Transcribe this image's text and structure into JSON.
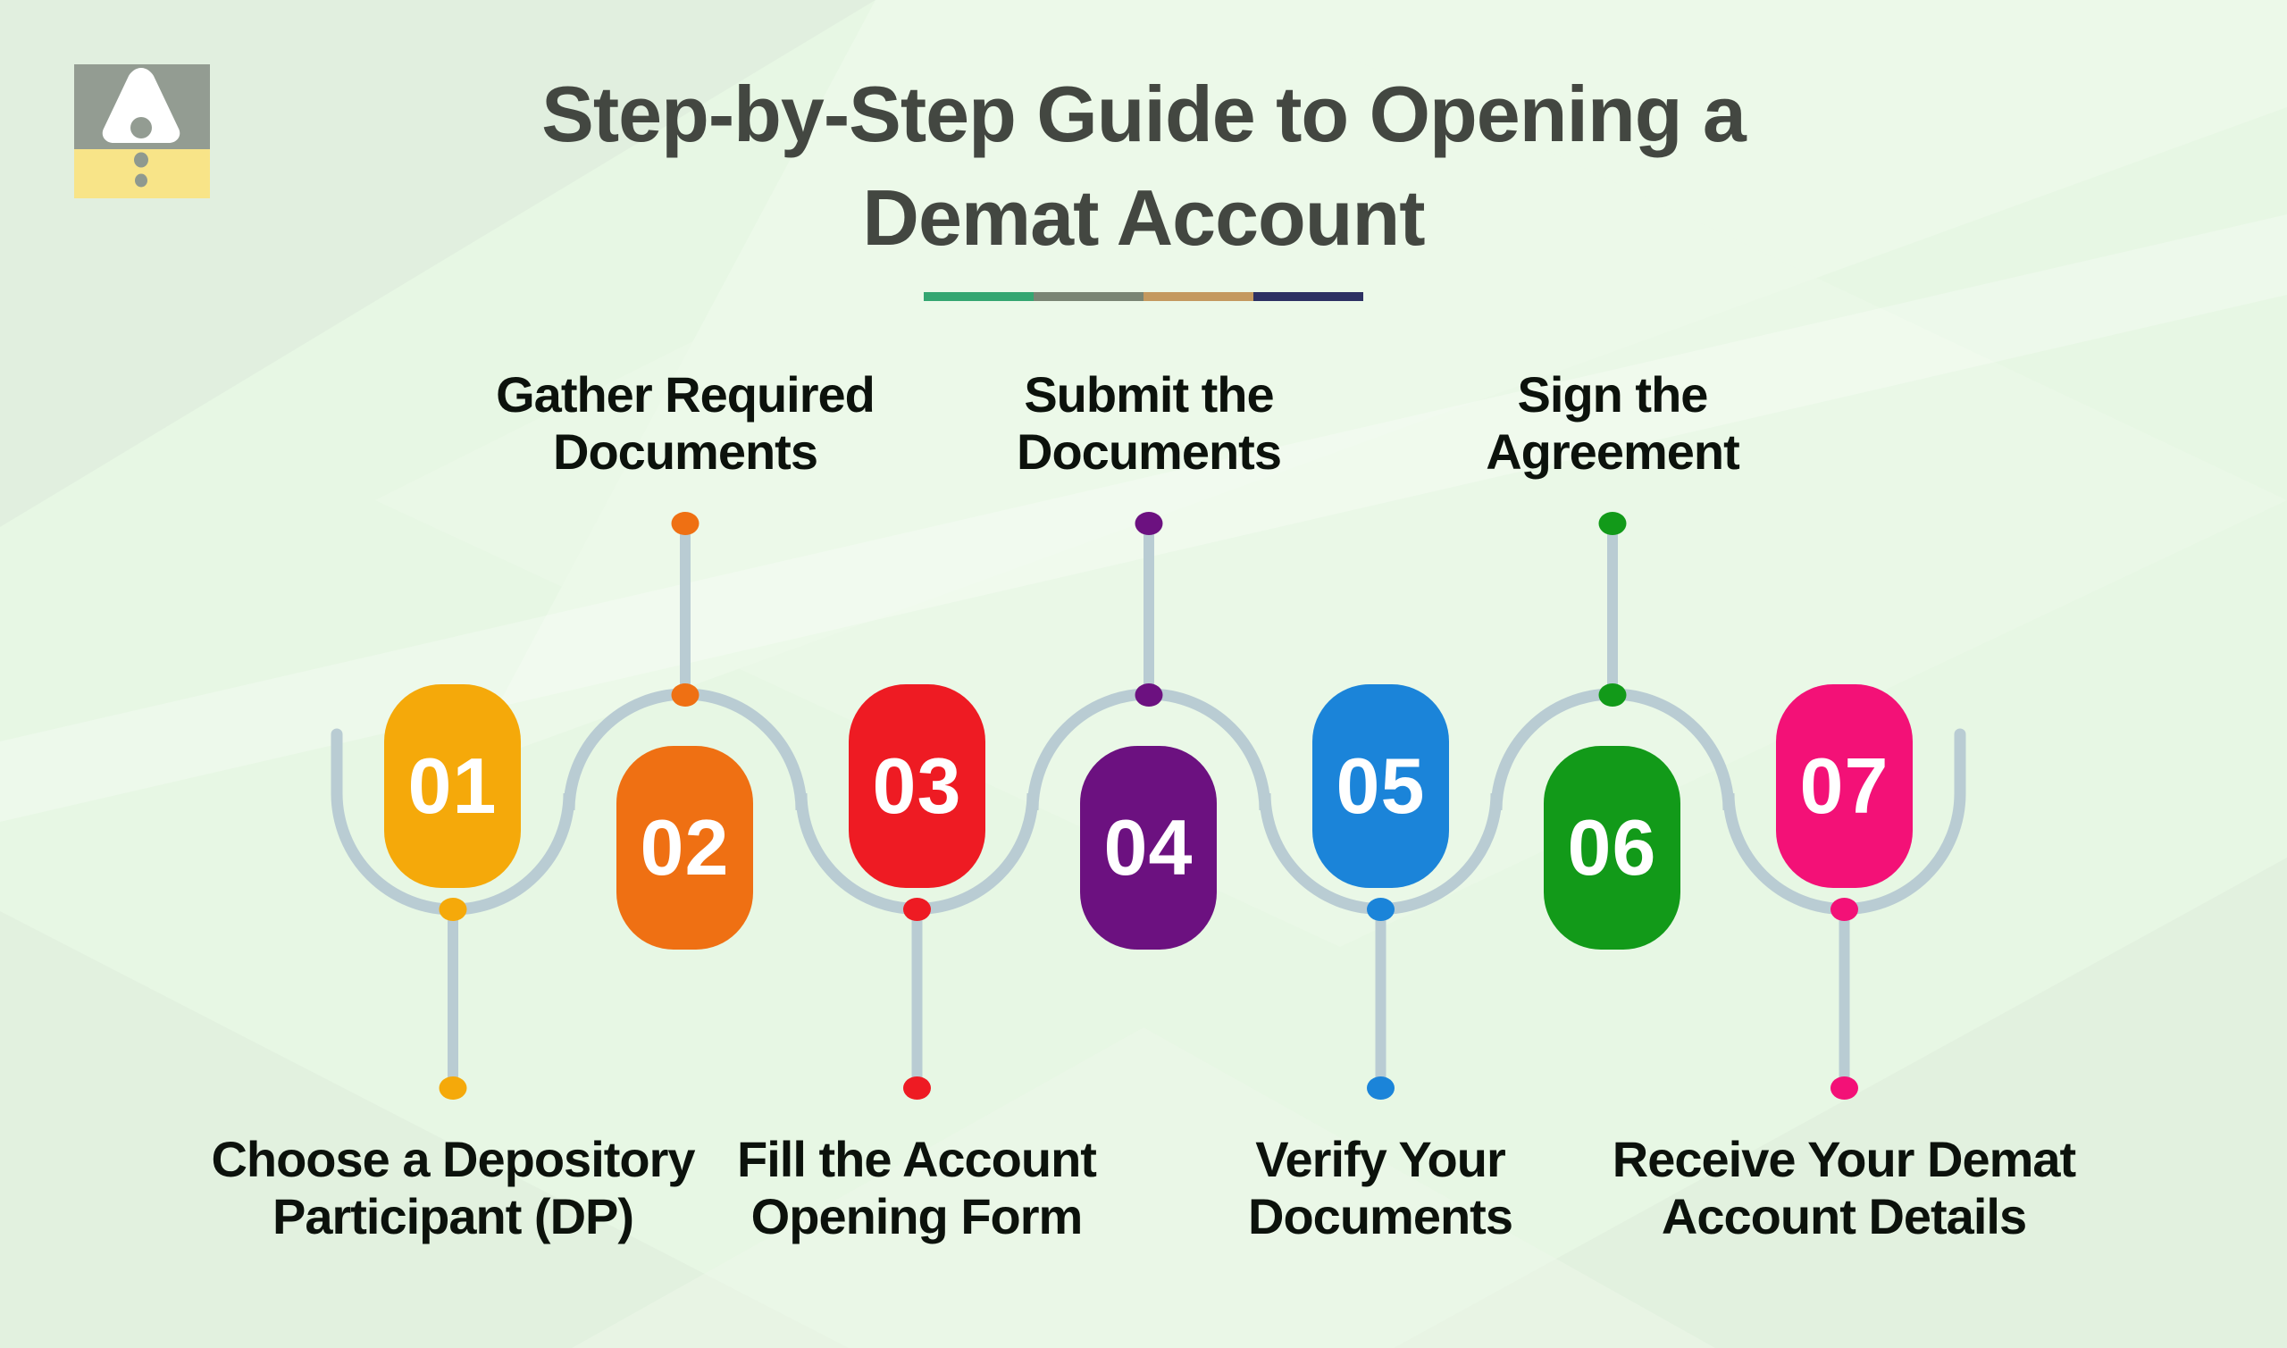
{
  "page": {
    "background": "#e7f7e4"
  },
  "logo": {
    "gray": "#939c92",
    "yellow": "#f8e488",
    "mark": "#8f998f"
  },
  "title": {
    "line1": "Step-by-Step Guide to Opening a",
    "line2": "Demat Account",
    "color": "#434741"
  },
  "divider": {
    "colors": [
      "#34a671",
      "#7a8574",
      "#c4995f",
      "#2d3163"
    ]
  },
  "timeline": {
    "line_color": "#b9ccd3"
  },
  "steps": [
    {
      "number": "01",
      "label_line1": "Choose a Depository",
      "label_line2": "Participant (DP)",
      "color": "#f5a90a",
      "label_position": "below"
    },
    {
      "number": "02",
      "label_line1": "Gather Required",
      "label_line2": "Documents",
      "color": "#ef7013",
      "label_position": "above"
    },
    {
      "number": "03",
      "label_line1": "Fill the Account",
      "label_line2": "Opening Form",
      "color": "#ee1b23",
      "label_position": "below"
    },
    {
      "number": "04",
      "label_line1": "Submit the",
      "label_line2": "Documents",
      "color": "#6c1180",
      "label_position": "above"
    },
    {
      "number": "05",
      "label_line1": "Verify Your",
      "label_line2": "Documents",
      "color": "#1b84d9",
      "label_position": "below"
    },
    {
      "number": "06",
      "label_line1": "Sign the",
      "label_line2": "Agreement",
      "color": "#129a19",
      "label_position": "above"
    },
    {
      "number": "07",
      "label_line1": "Receive Your Demat",
      "label_line2": "Account Details",
      "color": "#f31177",
      "label_position": "below"
    }
  ]
}
